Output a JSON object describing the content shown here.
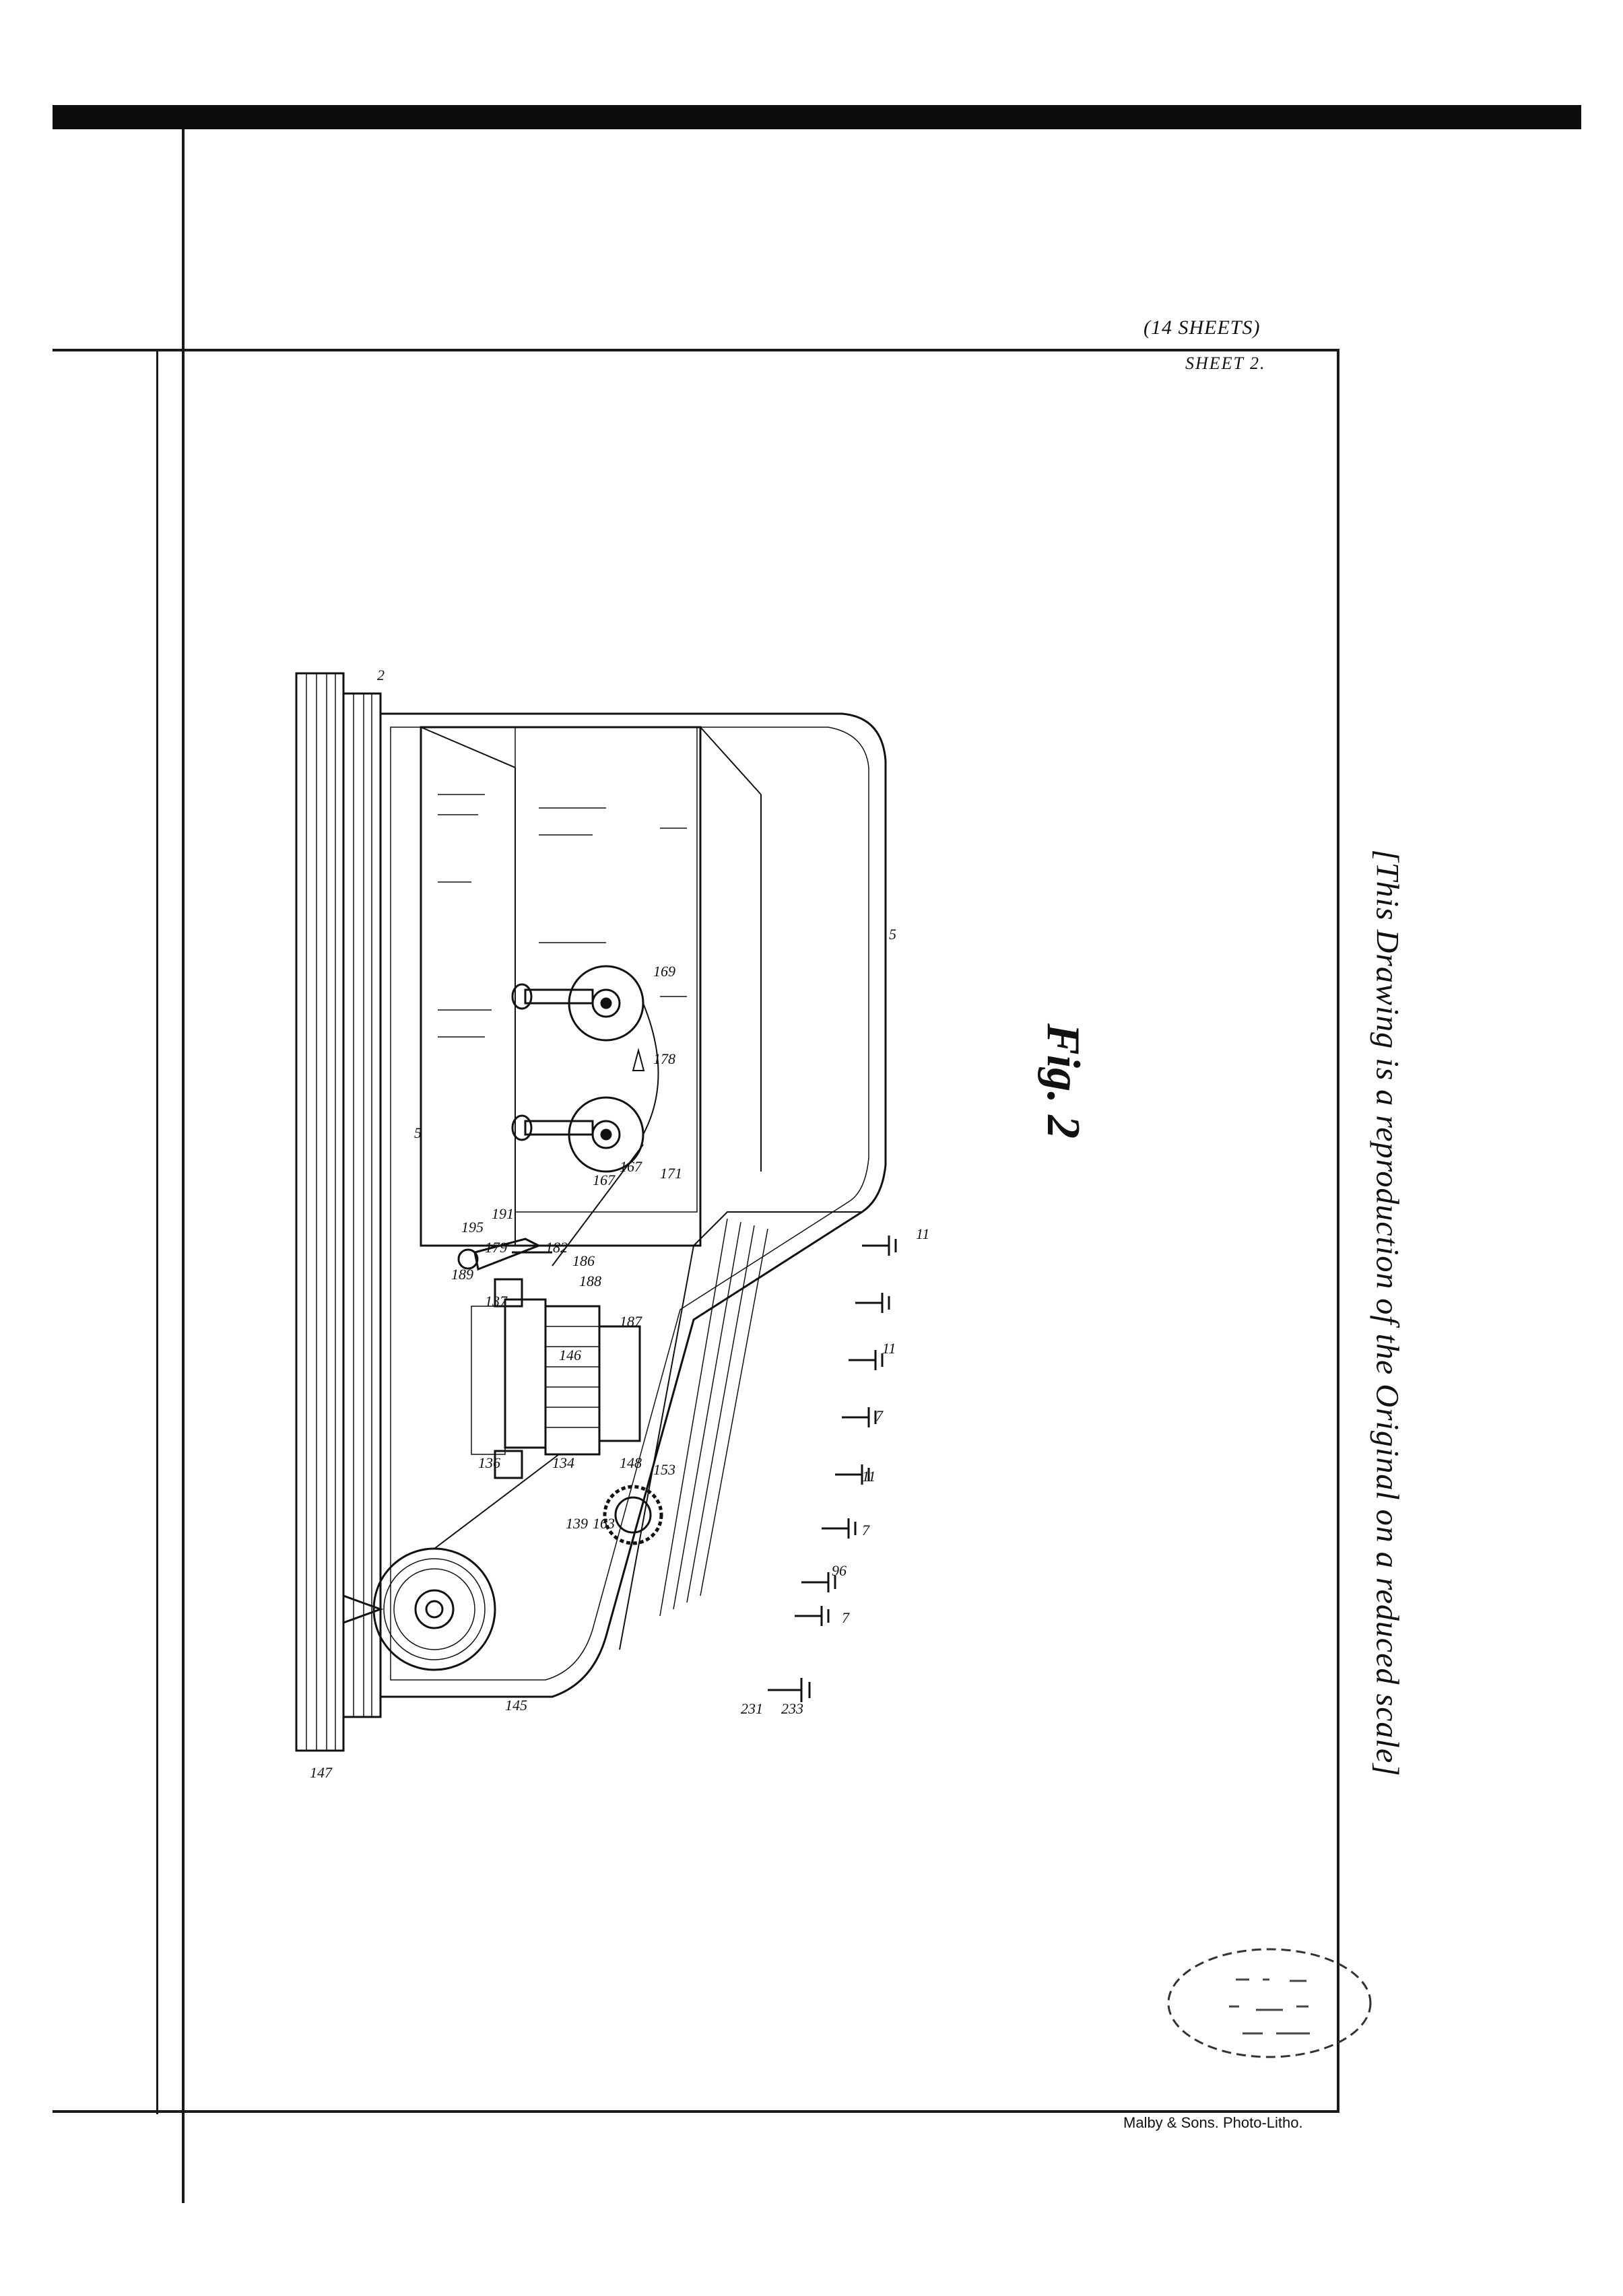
{
  "sheet": {
    "sheets_count": "(14 SHEETS)",
    "sheet_number": "SHEET 2."
  },
  "caption": "[This Drawing is a reproduction of the Original on a reduced scale]",
  "figure_label": "Fig. 2",
  "printer_credit": "Malby & Sons. Photo-Litho.",
  "reference_numerals": {
    "n2": "2",
    "n5a": "5",
    "n5b": "5",
    "n169": "169",
    "n178": "178",
    "n171": "171",
    "n167a": "167",
    "n167b": "167",
    "n191": "191",
    "n195": "195",
    "n189": "189",
    "n179": "179",
    "n182": "182",
    "n186": "186",
    "n188": "188",
    "n137": "137",
    "n187": "187",
    "n136": "136",
    "n134": "134",
    "n146": "146",
    "n148": "148",
    "n153": "153",
    "n139": "139",
    "n163": "163",
    "n145": "145",
    "n147": "147",
    "n231": "231",
    "n233": "233",
    "n96": "96",
    "n11a": "11",
    "n11b": "11",
    "n11c": "11",
    "n7a": "7",
    "n7b": "7",
    "n7c": "7"
  },
  "colors": {
    "ink": "#111111",
    "paper": "#ffffff",
    "bar": "#0d0d0d"
  }
}
